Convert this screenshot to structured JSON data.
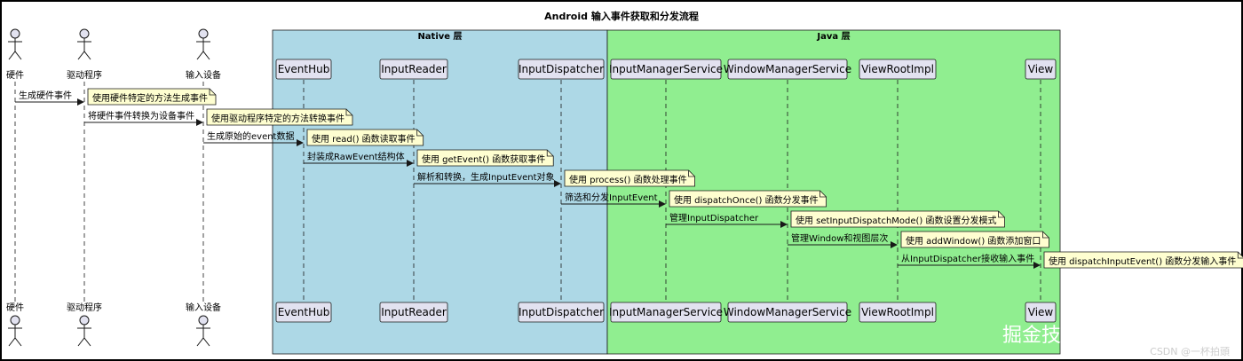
{
  "title": "Android 输入事件获取和分发流程",
  "boxes": [
    {
      "id": "native",
      "title": "Native 层",
      "color": "#add8e6"
    },
    {
      "id": "java",
      "title": "Java 层",
      "color": "#90ee90"
    }
  ],
  "actors": [
    {
      "id": "hw",
      "name": "硬件"
    },
    {
      "id": "drv",
      "name": "驱动程序"
    },
    {
      "id": "inp",
      "name": "输入设备"
    }
  ],
  "participants": [
    {
      "id": "eh",
      "name": "EventHub"
    },
    {
      "id": "ir",
      "name": "InputReader"
    },
    {
      "id": "id",
      "name": "InputDispatcher"
    },
    {
      "id": "ims",
      "name": "InputManagerService"
    },
    {
      "id": "wms",
      "name": "WindowManagerService"
    },
    {
      "id": "vri",
      "name": "ViewRootImpl"
    },
    {
      "id": "view",
      "name": "View"
    }
  ],
  "messages": [
    {
      "from": "hw",
      "to": "drv",
      "label": "生成硬件事件",
      "note": "使用硬件特定的方法生成事件"
    },
    {
      "from": "drv",
      "to": "inp",
      "label": "将硬件事件转换为设备事件",
      "note": "使用驱动程序特定的方法转换事件"
    },
    {
      "from": "inp",
      "to": "eh",
      "label": "生成原始的event数据",
      "note": "使用 read() 函数读取事件"
    },
    {
      "from": "eh",
      "to": "ir",
      "label": "封装成RawEvent结构体",
      "note": "使用 getEvent() 函数获取事件"
    },
    {
      "from": "ir",
      "to": "id",
      "label": "解析和转换，生成InputEvent对象",
      "note": "使用 process() 函数处理事件"
    },
    {
      "from": "id",
      "to": "ims",
      "label": "筛选和分发InputEvent",
      "note": "使用 dispatchOnce() 函数分发事件"
    },
    {
      "from": "ims",
      "to": "wms",
      "label": "管理InputDispatcher",
      "note": "使用 setInputDispatchMode() 函数设置分发模式"
    },
    {
      "from": "wms",
      "to": "vri",
      "label": "管理Window和视图层次",
      "note": "使用 addWindow() 函数添加窗口"
    },
    {
      "from": "vri",
      "to": "view",
      "label": "从InputDispatcher接收输入事件",
      "note": "使用 dispatchInputEvent() 函数分发输入事件"
    }
  ],
  "watermark": {
    "main": "掘金技术社区 @ 煤球王子",
    "sub": "CSDN @一杯拍頭"
  },
  "colors": {
    "participant_fill": "#e2e2f0",
    "note_fill": "#fbfb77",
    "native_box": "#add8e6",
    "java_box": "#90ee90"
  }
}
